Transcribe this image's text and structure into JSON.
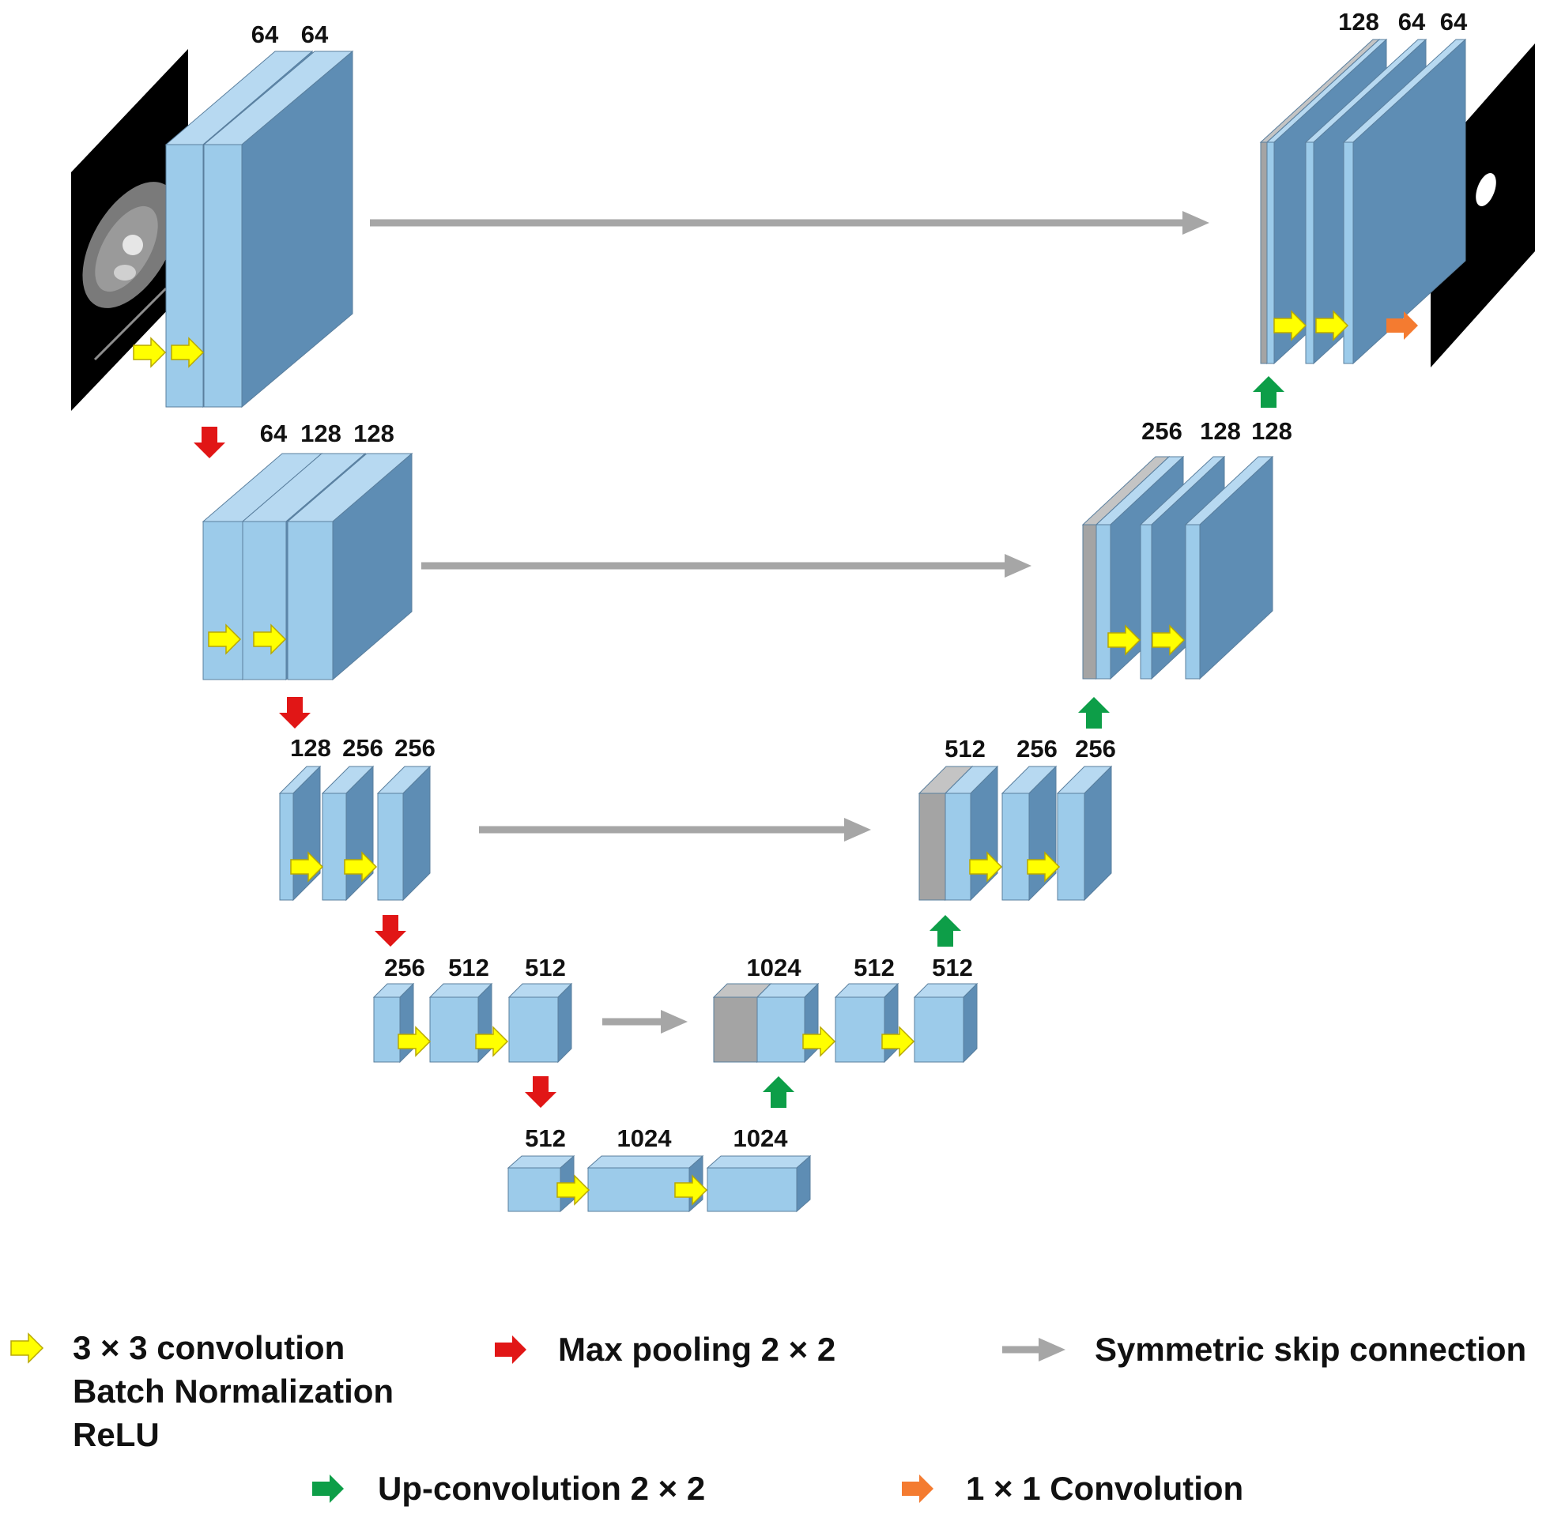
{
  "colors": {
    "block_front": "#9ccbea",
    "block_side": "#5e8db4",
    "block_top": "#b7d9f1",
    "concat_gray": "#a4a4a4",
    "conv_arrow": "#ffff00",
    "pool_arrow": "#e11616",
    "up_arrow": "#0d9e48",
    "skip_arrow": "#a6a6a6",
    "onebyone_arrow": "#f47b30"
  },
  "images": {
    "input": "ct-scan-slice",
    "output": "segmentation-mask"
  },
  "labels": {
    "enc1": [
      "64",
      "64"
    ],
    "enc2": [
      "64",
      "128",
      "128"
    ],
    "enc3": [
      "128",
      "256",
      "256"
    ],
    "enc4": [
      "256",
      "512",
      "512"
    ],
    "bottleneck": [
      "512",
      "1024",
      "1024"
    ],
    "dec4": [
      "1024",
      "512",
      "512"
    ],
    "dec3": [
      "512",
      "256",
      "256"
    ],
    "dec2": [
      "256",
      "128",
      "128"
    ],
    "dec1": [
      "128",
      "64",
      "64"
    ]
  },
  "legend": {
    "conv_line1": "3 × 3 convolution",
    "conv_line2": "Batch Normalization",
    "conv_line3": "ReLU",
    "pool": "Max pooling 2 × 2",
    "skip": "Symmetric skip connection",
    "up": "Up-convolution 2 × 2",
    "onebyone": "1 × 1 Convolution"
  }
}
